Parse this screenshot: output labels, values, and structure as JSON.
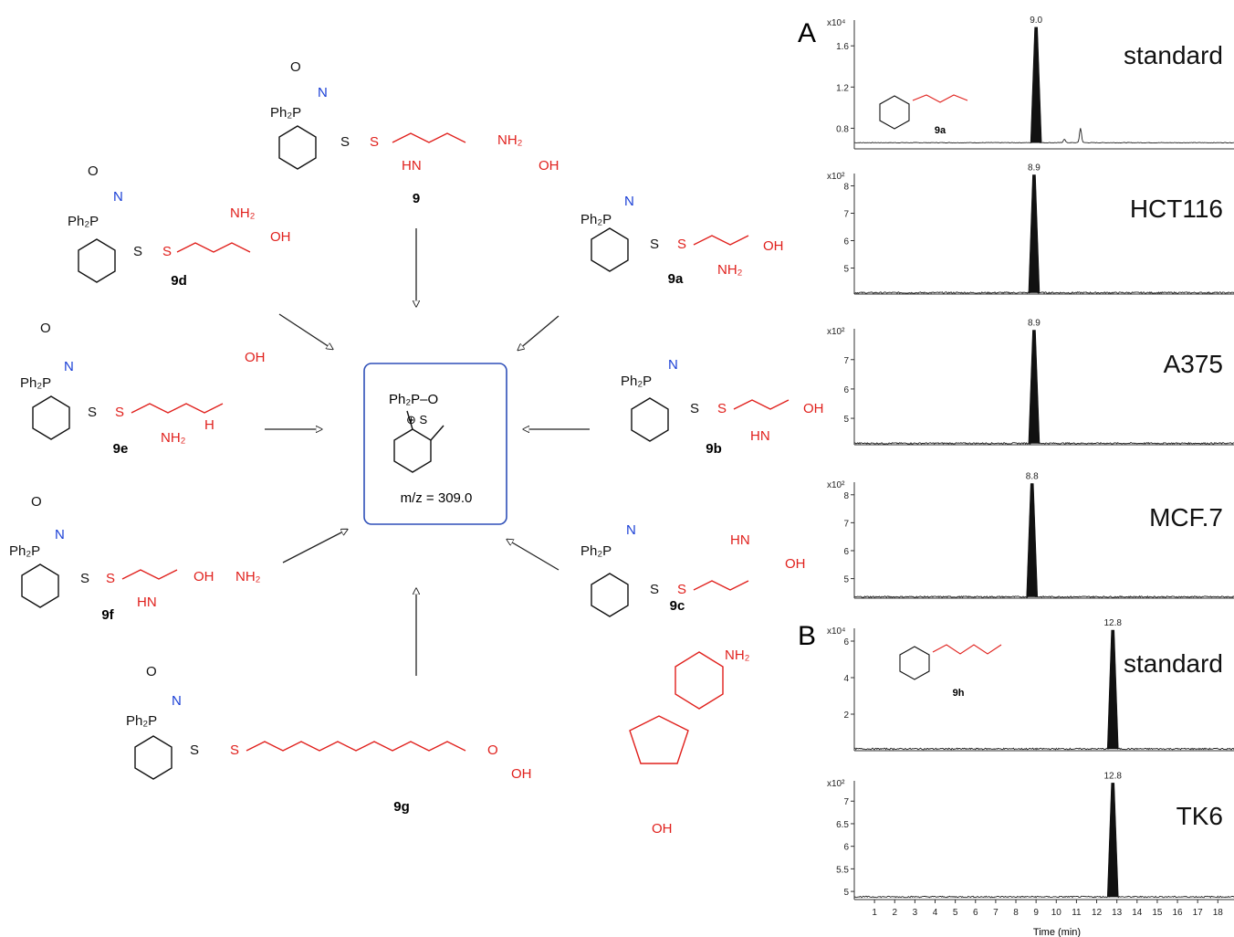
{
  "scheme": {
    "center_cation_lines": [
      "Ph₂P–O",
      "⊕  S"
    ],
    "center_mz": "m/z = 309.0",
    "compounds": [
      {
        "id": "9",
        "label": "9"
      },
      {
        "id": "9a",
        "label": "9a"
      },
      {
        "id": "9b",
        "label": "9b"
      },
      {
        "id": "9c",
        "label": "9c"
      },
      {
        "id": "9d",
        "label": "9d"
      },
      {
        "id": "9e",
        "label": "9e"
      },
      {
        "id": "9f",
        "label": "9f"
      },
      {
        "id": "9g",
        "label": "9g"
      }
    ],
    "atoms": [
      "O",
      "N",
      "Ph₂P",
      "S",
      "S",
      "NH₂",
      "OH",
      "HN",
      "H",
      "O",
      "OH"
    ]
  },
  "panel_labels": [
    "A",
    "B"
  ],
  "colors": {
    "black": "#111111",
    "red": "#e0201c",
    "blue": "#1a3fd6",
    "box": "#2e4fb8"
  },
  "chart_data": [
    {
      "type": "line",
      "panel": "A",
      "trace": "standard",
      "inset_compound": "9a",
      "multiplier": "x10⁴",
      "yticks": [
        0.8,
        1.2,
        1.6
      ],
      "ylim": [
        0.6,
        1.85
      ],
      "xlim": [
        0,
        18.8
      ],
      "baseline": 0.66,
      "peaks": [
        {
          "x": 9.0,
          "y": 1.78,
          "label": "9.0"
        },
        {
          "x": 11.2,
          "y": 0.8
        },
        {
          "x": 10.4,
          "y": 0.695
        }
      ]
    },
    {
      "type": "line",
      "panel": "A",
      "trace": "HCT116",
      "multiplier": "x10²",
      "yticks": [
        5,
        6,
        7,
        8
      ],
      "ylim": [
        4.05,
        8.45
      ],
      "xlim": [
        0,
        18.8
      ],
      "baseline": 4.1,
      "peaks": [
        {
          "x": 8.9,
          "y": 8.4,
          "label": "8.9"
        }
      ]
    },
    {
      "type": "line",
      "panel": "A",
      "trace": "A375",
      "multiplier": "x10²",
      "yticks": [
        5,
        6,
        7
      ],
      "ylim": [
        4.1,
        8.05
      ],
      "xlim": [
        0,
        18.8
      ],
      "baseline": 4.15,
      "peaks": [
        {
          "x": 8.9,
          "y": 8.0,
          "label": "8.9"
        }
      ]
    },
    {
      "type": "line",
      "panel": "A",
      "trace": "MCF.7",
      "multiplier": "x10²",
      "yticks": [
        5,
        6,
        7,
        8
      ],
      "ylim": [
        4.3,
        8.45
      ],
      "xlim": [
        0,
        18.8
      ],
      "baseline": 4.35,
      "peaks": [
        {
          "x": 8.8,
          "y": 8.4,
          "label": "8.8"
        }
      ]
    },
    {
      "type": "line",
      "panel": "B",
      "trace": "standard",
      "inset_compound": "9h",
      "multiplier": "x10⁴",
      "yticks": [
        2,
        4,
        6
      ],
      "ylim": [
        0,
        6.7
      ],
      "xlim": [
        0,
        18.8
      ],
      "baseline": 0.1,
      "peaks": [
        {
          "x": 12.8,
          "y": 6.6,
          "label": "12.8"
        }
      ]
    },
    {
      "type": "line",
      "panel": "B",
      "trace": "TK6",
      "multiplier": "x10²",
      "yticks": [
        5,
        5.5,
        6,
        6.5,
        7
      ],
      "ylim": [
        4.82,
        7.45
      ],
      "xlim": [
        0,
        18.8
      ],
      "baseline": 4.88,
      "peaks": [
        {
          "x": 12.8,
          "y": 7.4,
          "label": "12.8"
        }
      ]
    }
  ],
  "x_axis": {
    "ticks": [
      1,
      2,
      3,
      4,
      5,
      6,
      7,
      8,
      9,
      10,
      11,
      12,
      13,
      14,
      15,
      16,
      17,
      18
    ],
    "label": "Time (min)"
  }
}
